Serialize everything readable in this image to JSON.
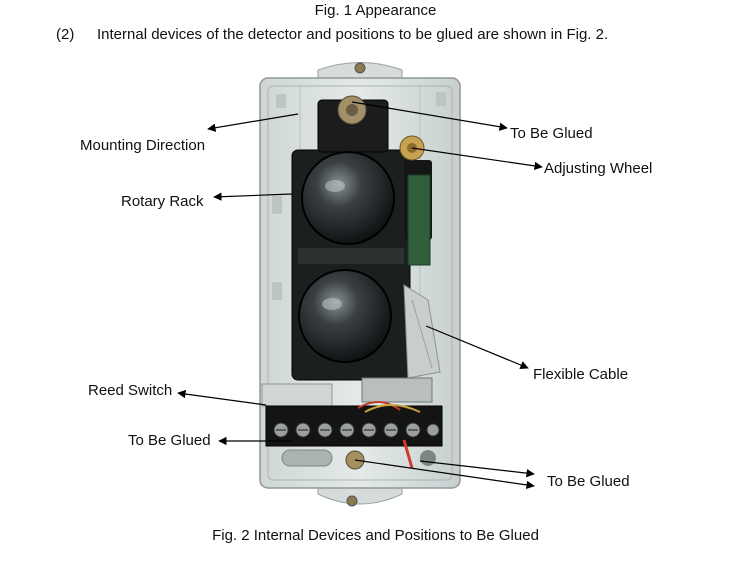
{
  "header": {
    "fig1_caption": "Fig. 1 Appearance",
    "para_number": "(2)",
    "para_text": "Internal devices of the detector and positions to be glued are shown in Fig. 2."
  },
  "labels": {
    "mounting_direction": "Mounting Direction",
    "to_be_glued_top": "To Be Glued",
    "adjusting_wheel": "Adjusting Wheel",
    "rotary_rack": "Rotary Rack",
    "flexible_cable": "Flexible Cable",
    "reed_switch": "Reed Switch",
    "to_be_glued_left": "To Be Glued",
    "to_be_glued_bottom": "To Be Glued"
  },
  "footer": {
    "fig2_caption": "Fig. 2 Internal Devices and Positions to Be Glued"
  }
}
